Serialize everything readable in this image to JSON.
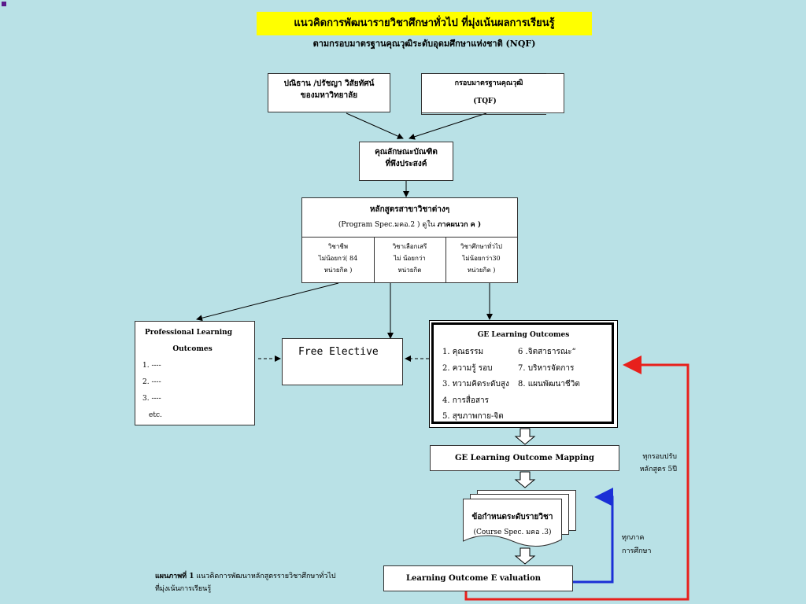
{
  "title": {
    "main": "แนวคิดการพัฒนารายวิชาศึกษาทั่วไป ที่มุ่งเน้นผลการเรียนรู้",
    "sub": "ตามกรอบมาตรฐานคุณวุฒิระดับอุดมศึกษาแห่งชาติ (NQF)"
  },
  "colors": {
    "background": "#b9e1e6",
    "title_bg": "#ffff00",
    "loop_red": "#e8201c",
    "loop_blue": "#1a2fd6"
  },
  "nodes": {
    "philosophy": {
      "line1": "ปณิธาน  /ปรัชญา วิสัยทัศน์",
      "line2": "ของมหาวิทยาลัย"
    },
    "tqf": {
      "line1": "กรอบมาตรฐานคุณวุฒิ",
      "line2": "(TQF)"
    },
    "graduate": {
      "line1": "คุณลักษณะบัณฑิต",
      "line2": "ที่พึงประสงค์"
    },
    "program": {
      "line1": "หลักสูตรสาขาวิชาต่างๆ",
      "line2a": "(Program Spec.มคอ.2 ) ดูใน ",
      "line2b": "ภาคผนวก ค    )",
      "cols": [
        {
          "l1": "วิชาชีพ",
          "l2": "ไม่น้อยกว่(    84",
          "l3": "หน่วยกิต      )"
        },
        {
          "l1": "วิชาเลือกเสรี",
          "l2": "ไม่ น้อยกว่า",
          "l3": "หน่วยกิต"
        },
        {
          "l1": "วิชาศึกษาทั่วไป",
          "l2": "ไม่น้อยกว่า30",
          "l3": "หน่วยกิต    )"
        }
      ]
    },
    "professional": {
      "title1": "Professional Learning",
      "title2": "Outcomes",
      "items": [
        "1.  ----",
        "2.  ----",
        "3.  ----"
      ],
      "etc": "etc."
    },
    "free_elective": {
      "label": "Free Elective"
    },
    "ge_outcomes": {
      "title": "GE   Learning Outcomes",
      "left": [
        "1.  คุณธรรม",
        "2.  ความรู้ รอบ",
        "3.  ทวามคิดระดับสูง",
        "4.  การสื่อสาร",
        "5.  สุขภาพกาย-จิต"
      ],
      "right": [
        "6 .จิตสาธารณะ“",
        "7. บริหารจัดการ",
        "8. แผนพัฒนาชีวิต"
      ]
    },
    "mapping": {
      "label": "GE Learning Outcome Mapping"
    },
    "course_spec": {
      "line1": "ข้อกำหนดระดับรายวิชา",
      "line2": "(Course   Spec.  มคอ .3)"
    },
    "evaluation": {
      "label": "Learning Outcome E         valuation"
    }
  },
  "side_notes": {
    "every5": [
      "ทุกรอบปรับ",
      "หลักสูตร 5ปี"
    ],
    "semester": [
      "ทุกภาค",
      "การศึกษา"
    ]
  },
  "caption": {
    "prefix": "แผนภาพที่     1",
    "text1": " แนวคิดการพัฒนาหลักสูตรรายวิชาศึกษาทั่วไป",
    "text2": "ที่มุ่งเน้นการเรียนรู้"
  }
}
